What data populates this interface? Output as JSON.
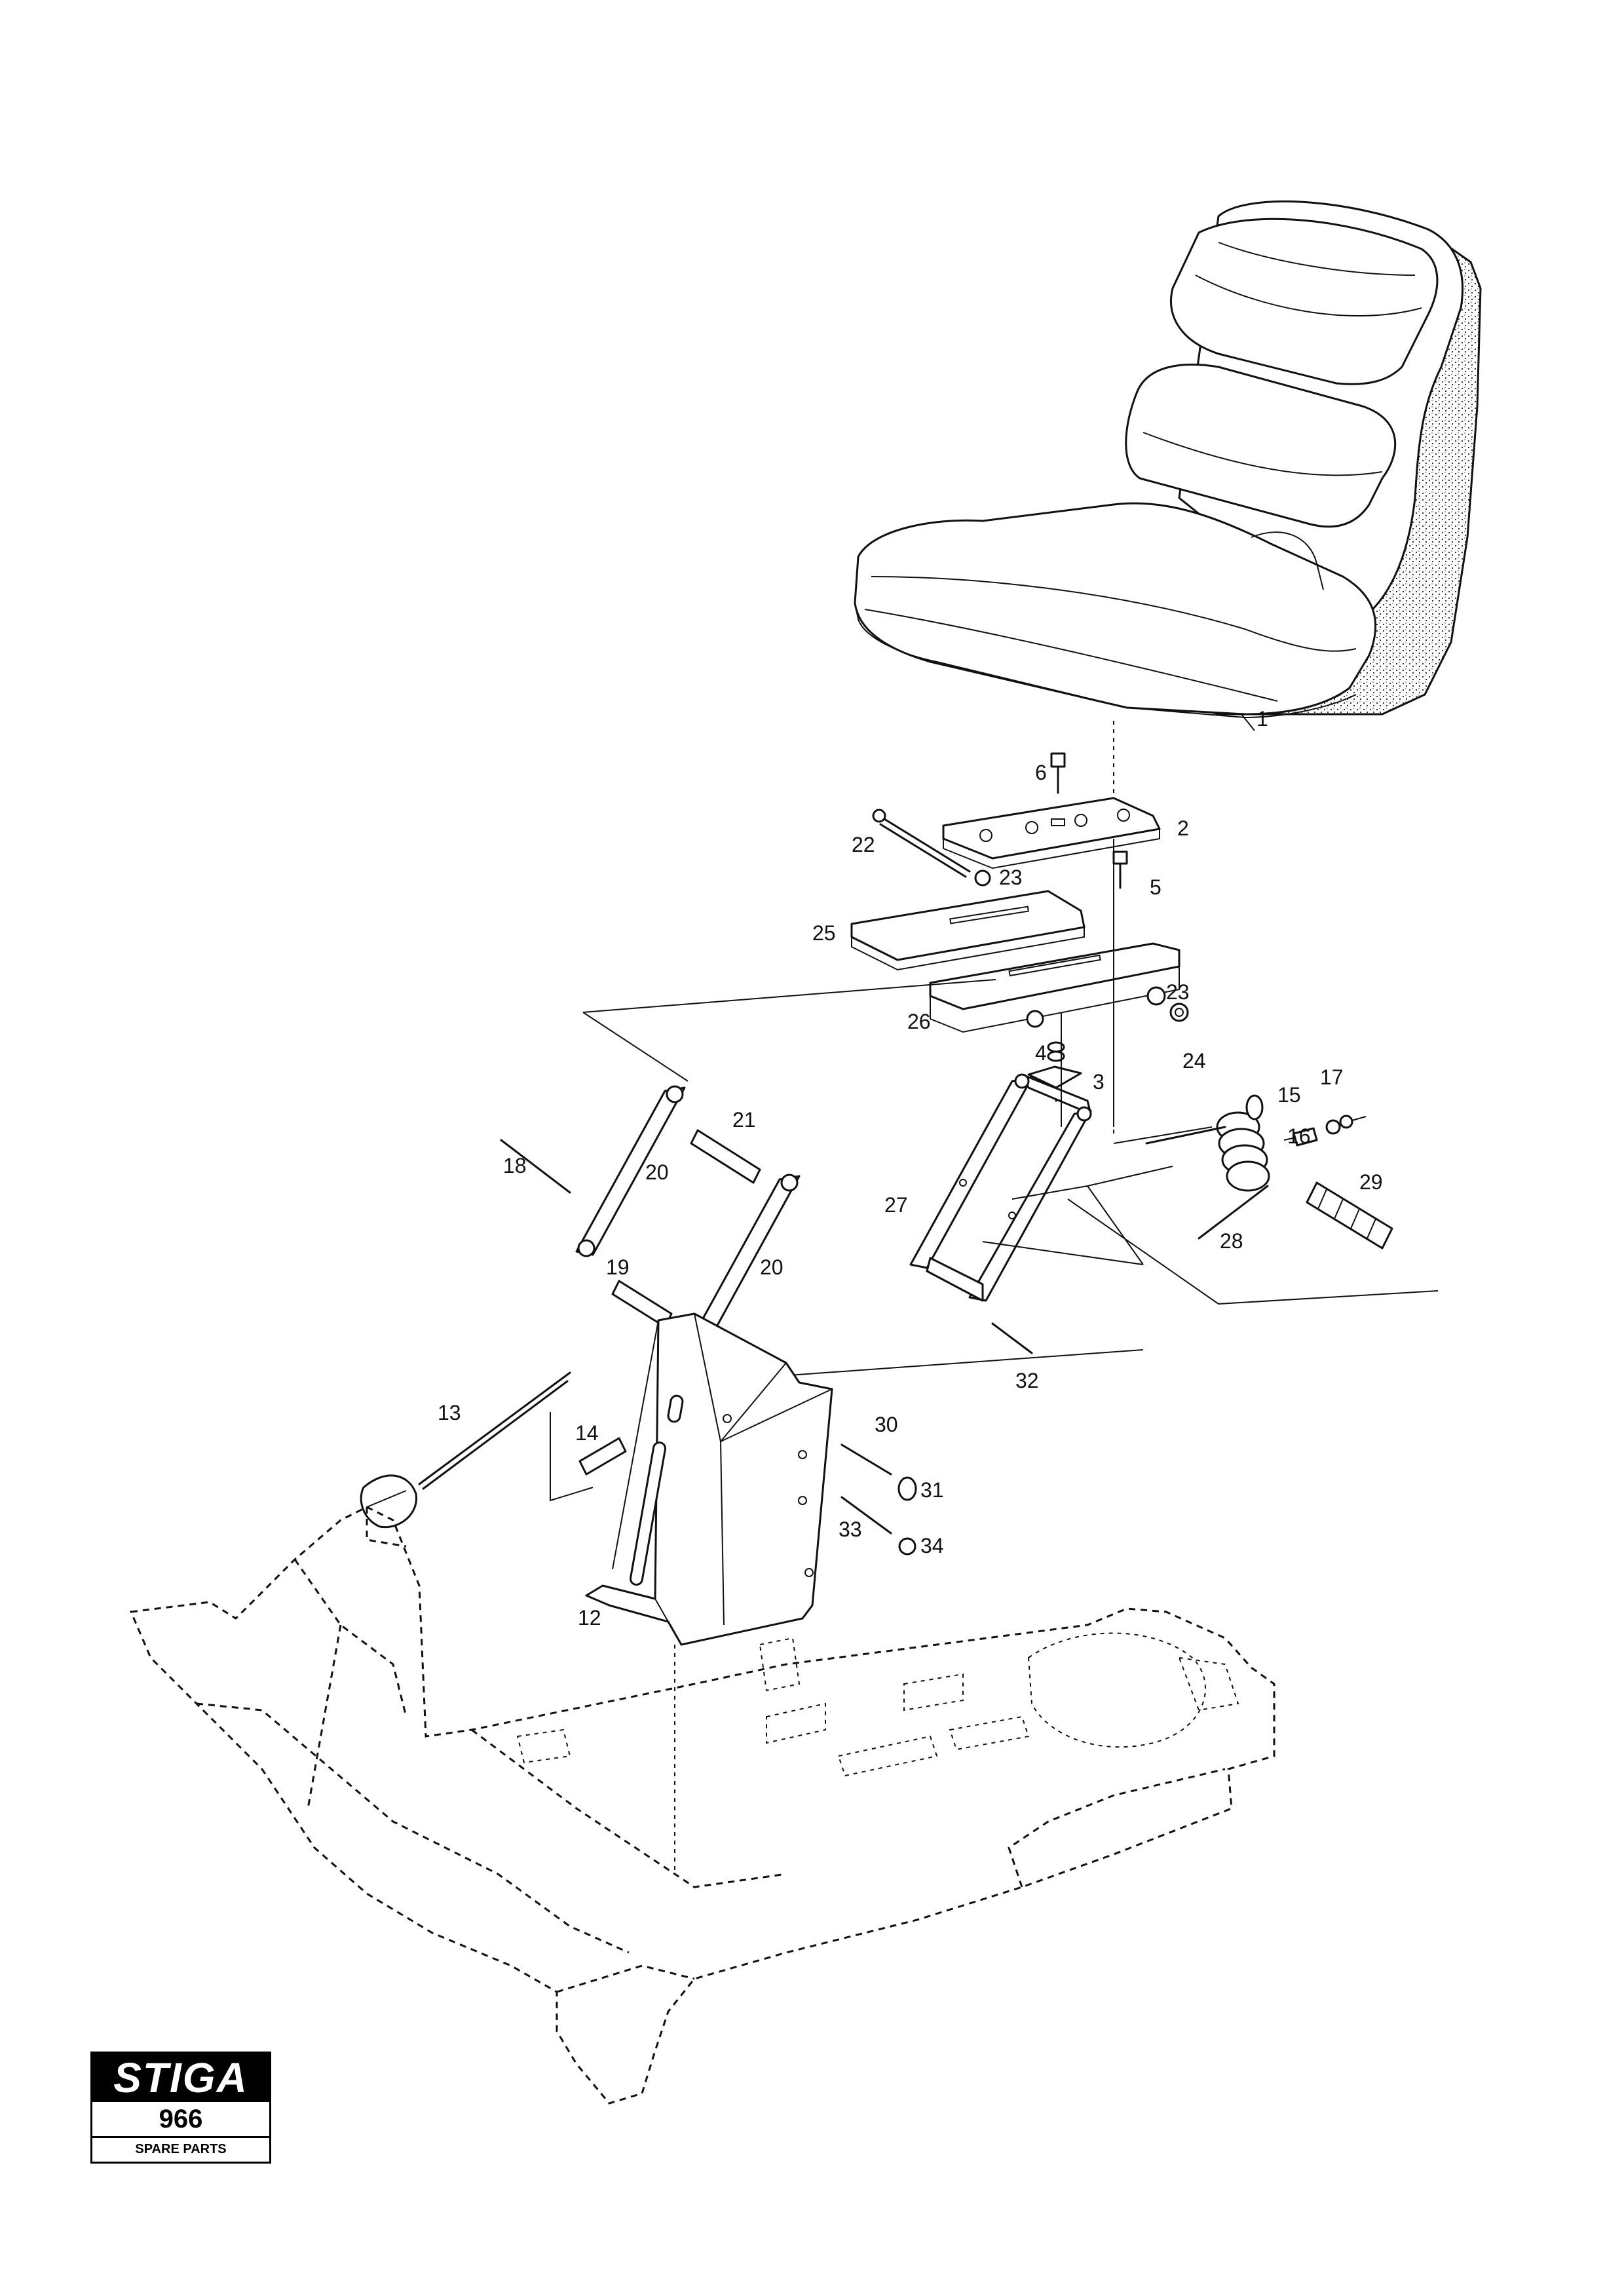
{
  "parts": {
    "p1": "1",
    "p2": "2",
    "p3": "3",
    "p4": "4",
    "p5": "5",
    "p6": "6",
    "p12": "12",
    "p13": "13",
    "p14": "14",
    "p15": "15",
    "p16": "16",
    "p17": "17",
    "p18": "18",
    "p19": "19",
    "p20a": "20",
    "p20b": "20",
    "p21": "21",
    "p22": "22",
    "p23a": "23",
    "p23b": "23",
    "p24": "24",
    "p25": "25",
    "p26": "26",
    "p27": "27",
    "p28": "28",
    "p29": "29",
    "p30": "30",
    "p31": "31",
    "p32": "32",
    "p33": "33",
    "p34": "34"
  },
  "logo": {
    "brand": "STIGA",
    "model": "966",
    "caption": "SPARE PARTS"
  }
}
